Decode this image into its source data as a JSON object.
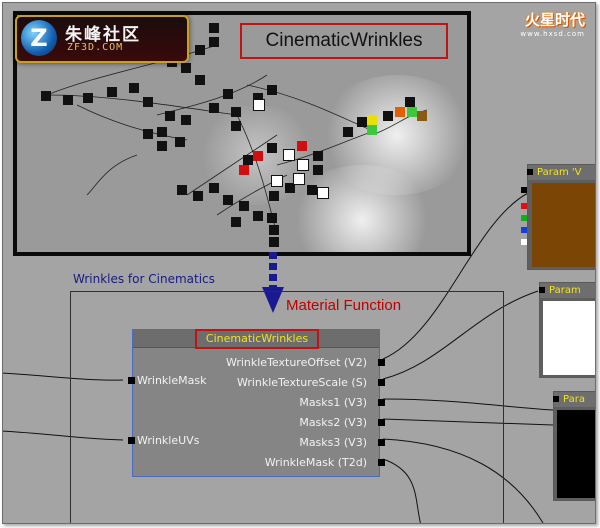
{
  "preview": {
    "title": "CinematicWrinkles"
  },
  "logo": {
    "chinese_text": "朱峰社区",
    "latin_text": "ZF3D.COM",
    "badge_letter": "Z"
  },
  "brand": {
    "name": "火星时代",
    "url": "www.hxsd.com"
  },
  "canvas": {
    "group_title": "Wrinkles for Cinematics",
    "annotation": "Material Function"
  },
  "function_node": {
    "title": "CinematicWrinkles",
    "inputs": [
      "WrinkleMask",
      "WrinkleUVs"
    ],
    "outputs": [
      "WrinkleTextureOffset (V2)",
      "WrinkleTextureScale (S)",
      "Masks1 (V3)",
      "Masks2 (V3)",
      "Masks3 (V3)",
      "WrinkleMask (T2d)"
    ]
  },
  "param_nodes": [
    {
      "label": "Param 'V",
      "preview_color": "#7a4505"
    },
    {
      "label": "Param",
      "preview_color": "#ffffff"
    },
    {
      "label": "Para",
      "preview_color": "#000000"
    }
  ],
  "colors": {
    "canvas_bg": "#a4a4a4",
    "node_body": "#858585",
    "node_title_text": "#f2e41c",
    "annotation_red": "#c00000",
    "group_title_blue": "#151b82",
    "arrow_blue": "#1a1a90"
  }
}
